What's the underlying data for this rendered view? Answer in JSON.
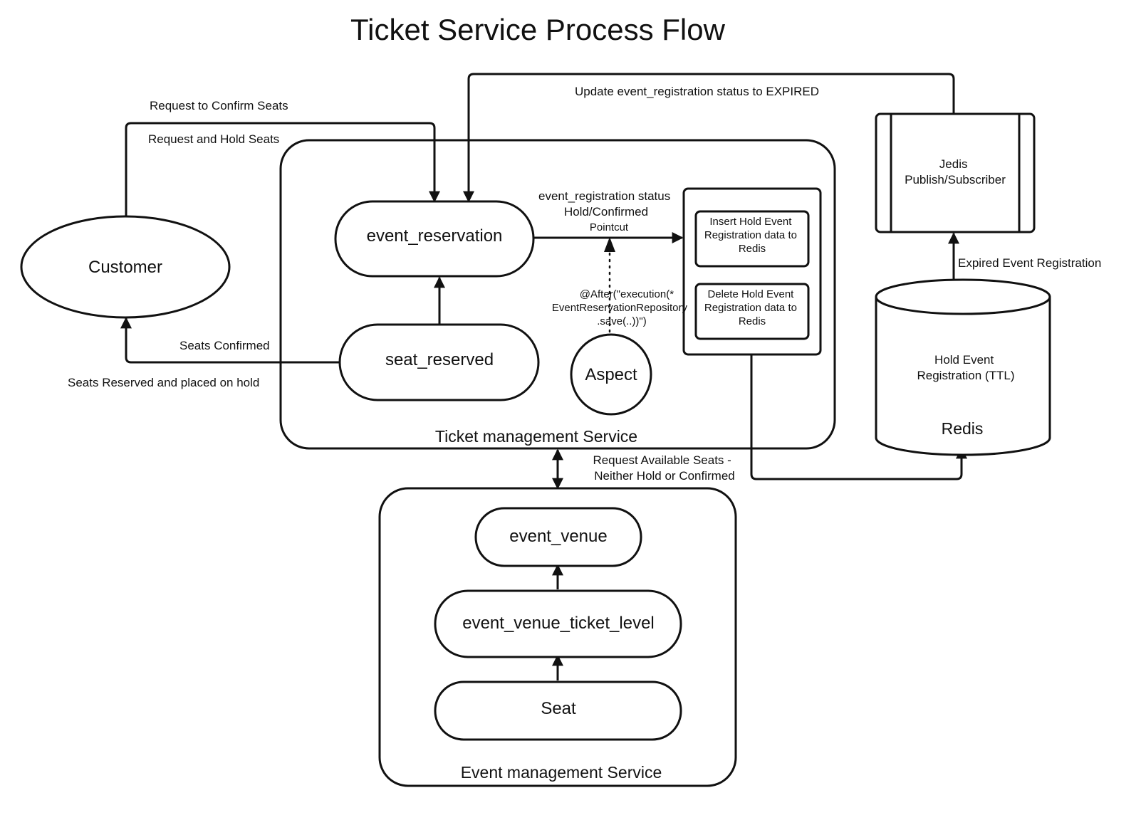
{
  "title": "Ticket Service Process Flow",
  "nodes": {
    "customer": "Customer",
    "event_reservation": "event_reservation",
    "seat_reserved": "seat_reserved",
    "aspect": "Aspect",
    "insert_hold": [
      "Insert Hold Event",
      "Registration data to",
      "Redis"
    ],
    "delete_hold": [
      "Delete Hold Event",
      "Registration data to",
      "Redis"
    ],
    "jedis": [
      "Jedis",
      "Publish/Subscriber"
    ],
    "redis_content": [
      "Hold Event",
      "Registration (TTL)"
    ],
    "redis_label": "Redis",
    "event_venue": "event_venue",
    "event_venue_ticket_level": "event_venue_ticket_level",
    "seat": "Seat"
  },
  "containers": {
    "ticket_service": "Ticket management Service",
    "event_service": "Event management Service"
  },
  "edges": {
    "request_confirm": "Request to Confirm Seats",
    "request_hold": "Request and Hold Seats",
    "update_expired": "Update event_registration status to EXPIRED",
    "seats_confirmed": "Seats Confirmed",
    "seats_reserved_hold": "Seats Reserved and placed on hold",
    "status_hold_confirmed": [
      "event_registration status",
      "Hold/Confirmed"
    ],
    "pointcut": "Pointcut",
    "aspect_expression": [
      "@After(\"execution(*",
      "EventReservationRepository",
      ".save(..))\")"
    ],
    "expired_registration": "Expired Event Registration",
    "request_available": [
      "Request Available Seats -",
      "Neither Hold or Confirmed"
    ]
  }
}
